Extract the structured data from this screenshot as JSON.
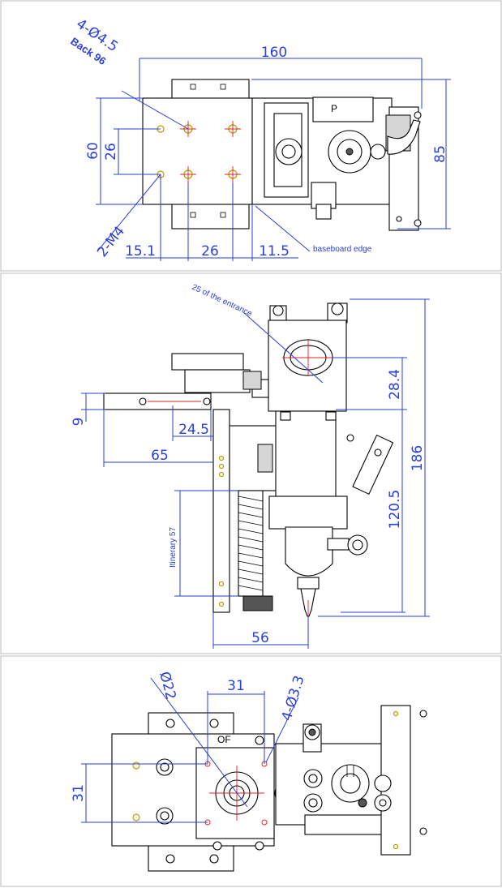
{
  "colors": {
    "dimension": "#2a3fd6",
    "centerline": "#e02020",
    "outline": "#000000",
    "hole_accent": "#b89a00"
  },
  "top_view": {
    "holes_note": "4-Ø4.5",
    "back_note": "Back 96",
    "thread_note": "2-M4",
    "dim_overall_width": "160",
    "dim_overall_height": "85",
    "dim_plate_height": "60",
    "dim_hole_vertical": "26",
    "dim_left_offset": "15.1",
    "dim_hole_horizontal": "26",
    "dim_right_offset": "11.5",
    "baseboard_note": "baseboard edge",
    "part_mark": "P"
  },
  "side_view": {
    "entrance_note": "25 of the entrance",
    "dim_entrance_height": "28.4",
    "dim_overall_height": "186",
    "dim_body_height": "120.5",
    "dim_plate_thickness": "9",
    "dim_slot_width": "24.5",
    "dim_reach": "65",
    "itinerary_note": "Itinerary 57",
    "dim_bottom_width": "56"
  },
  "bottom_view": {
    "bore_note": "Ø22",
    "holes_note": "4-Ø3.3",
    "dim_hole_spacing_h": "31",
    "dim_hole_spacing_v": "31",
    "part_mark": "OF"
  }
}
